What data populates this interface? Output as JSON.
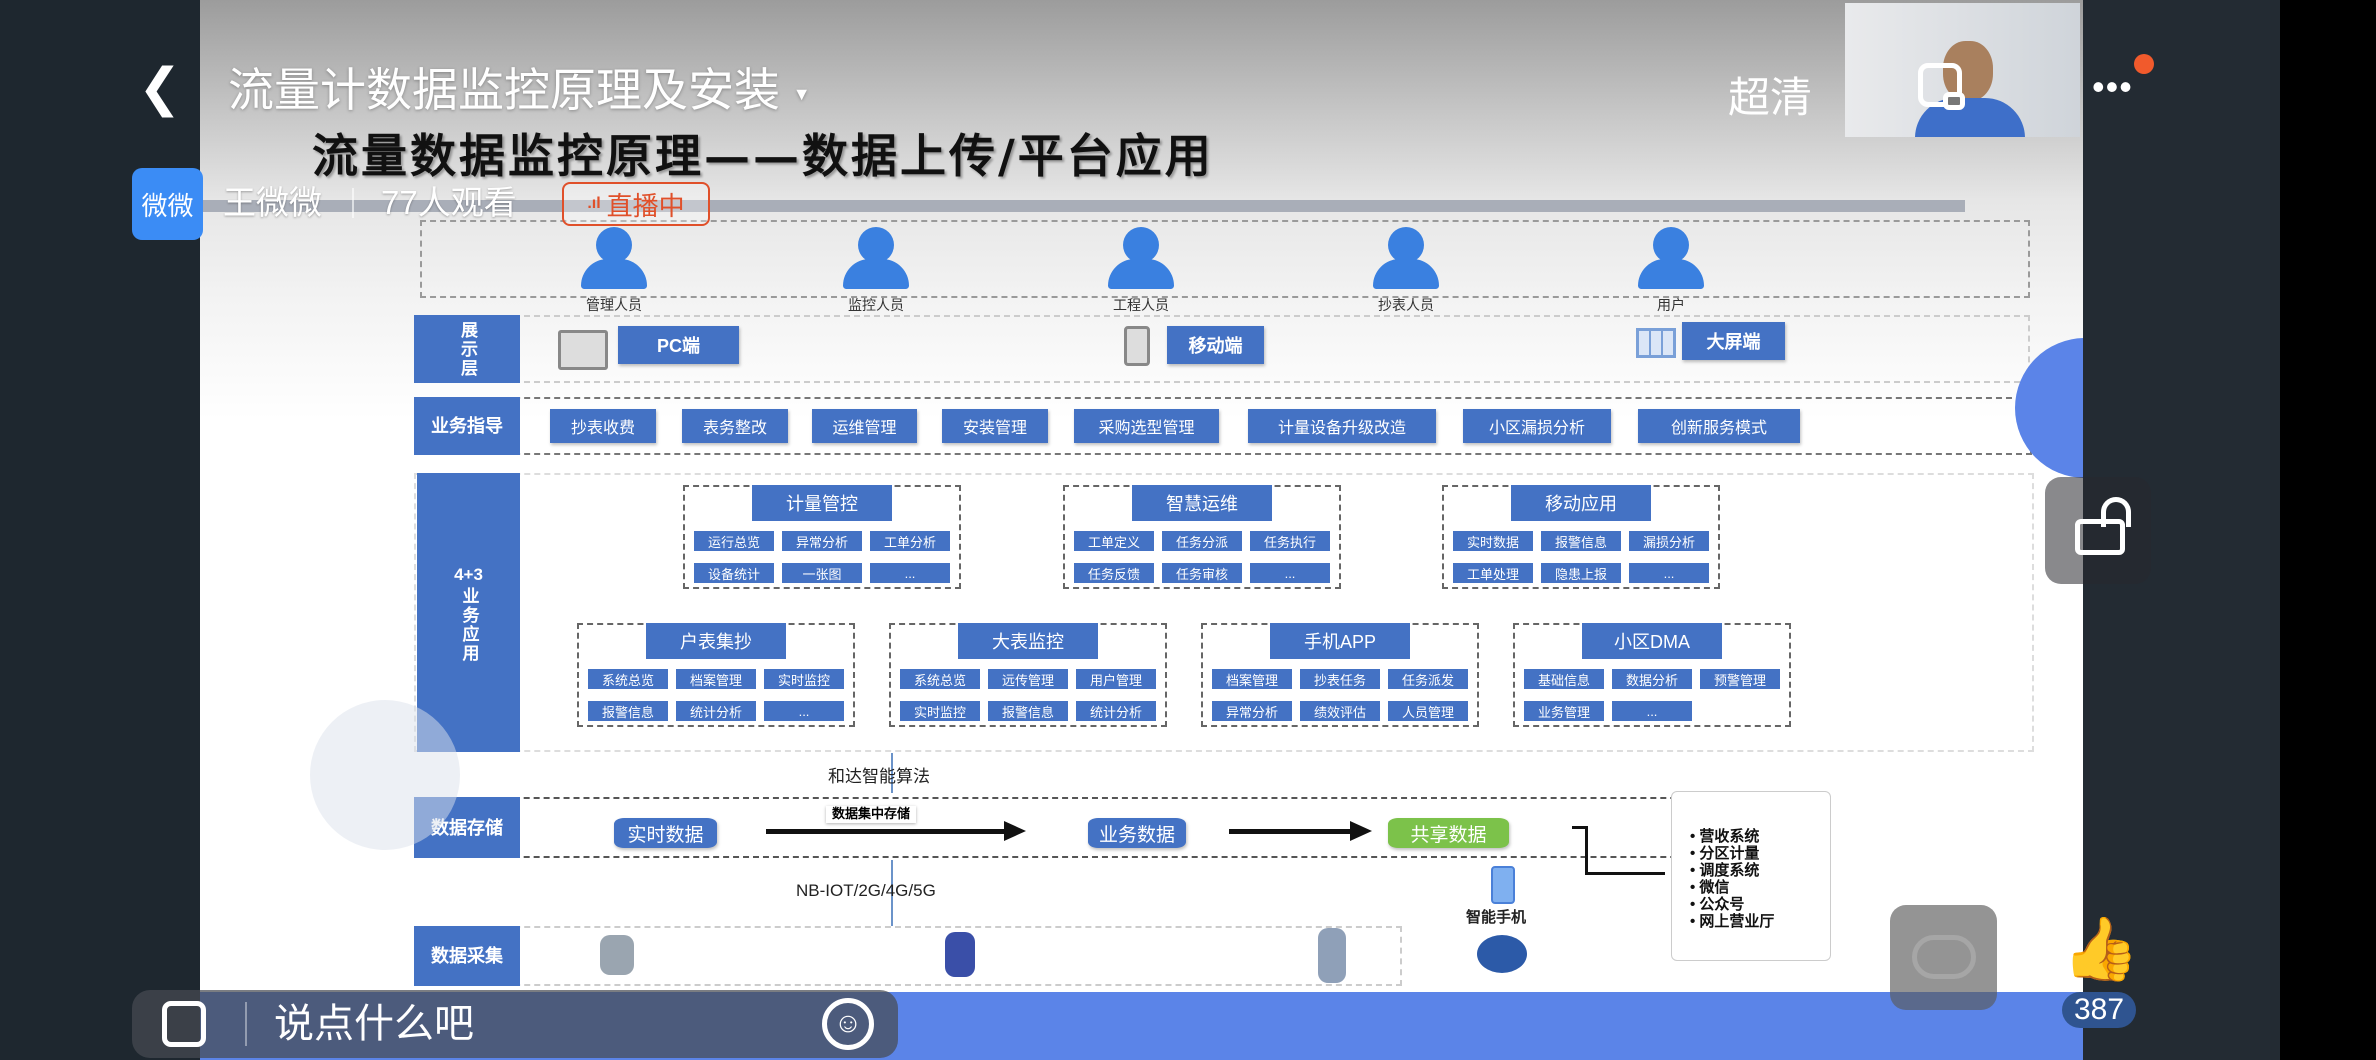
{
  "app": {
    "title": "流量计数据监控原理及安装",
    "quality": "超清",
    "comment_placeholder": "说点什么吧",
    "likes": "387",
    "host": {
      "avatar_text": "微微",
      "name": "王微微",
      "viewers": "77人观看",
      "live_badge": "直播中"
    },
    "colors": {
      "accent_blue": "#4472c4",
      "live_red": "#e0502a",
      "band_blue": "#5b84e8",
      "shared_green": "#7cc24a"
    }
  },
  "slide": {
    "title": "流量数据监控原理——数据上传/平台应用",
    "users": [
      "管理人员",
      "监控人员",
      "工程人员",
      "抄表人员",
      "用户"
    ],
    "display_layer": {
      "label": "展示层",
      "items": [
        "PC端",
        "移动端",
        "大屏端"
      ]
    },
    "guidance": {
      "label": "业务指导",
      "items": [
        "抄表收费",
        "表务整改",
        "运维管理",
        "安装管理",
        "采购选型管理",
        "计量设备升级改造",
        "小区漏损分析",
        "创新服务模式"
      ]
    },
    "apps": {
      "label_top": "4+3",
      "label": "业务应用",
      "groups": [
        {
          "title": "计量管控",
          "items": [
            "运行总览",
            "异常分析",
            "工单分析",
            "设备统计",
            "一张图",
            "..."
          ]
        },
        {
          "title": "智慧运维",
          "items": [
            "工单定义",
            "任务分派",
            "任务执行",
            "任务反馈",
            "任务审核",
            "..."
          ]
        },
        {
          "title": "移动应用",
          "items": [
            "实时数据",
            "报警信息",
            "漏损分析",
            "工单处理",
            "隐患上报",
            "..."
          ]
        },
        {
          "title": "户表集抄",
          "items": [
            "系统总览",
            "档案管理",
            "实时监控",
            "报警信息",
            "统计分析",
            "..."
          ]
        },
        {
          "title": "大表监控",
          "items": [
            "系统总览",
            "远传管理",
            "用户管理",
            "实时监控",
            "报警信息",
            "统计分析"
          ]
        },
        {
          "title": "手机APP",
          "items": [
            "档案管理",
            "抄表任务",
            "任务派发",
            "异常分析",
            "绩效评估",
            "人员管理"
          ]
        },
        {
          "title": "小区DMA",
          "items": [
            "基础信息",
            "数据分析",
            "预警管理",
            "业务管理",
            "..."
          ]
        }
      ]
    },
    "algorithm_label": "和达智能算法",
    "storage": {
      "label": "数据存储",
      "realtime": "实时数据",
      "arrow_label": "数据集中存储",
      "business": "业务数据",
      "shared": "共享数据"
    },
    "network_label": "NB-IOT/2G/4G/5G",
    "phone_label": "智能手机",
    "external_systems": [
      "营收系统",
      "分区计量",
      "调度系统",
      "微信",
      "公众号",
      "网上营业厅"
    ],
    "collection": {
      "label": "数据采集"
    }
  }
}
